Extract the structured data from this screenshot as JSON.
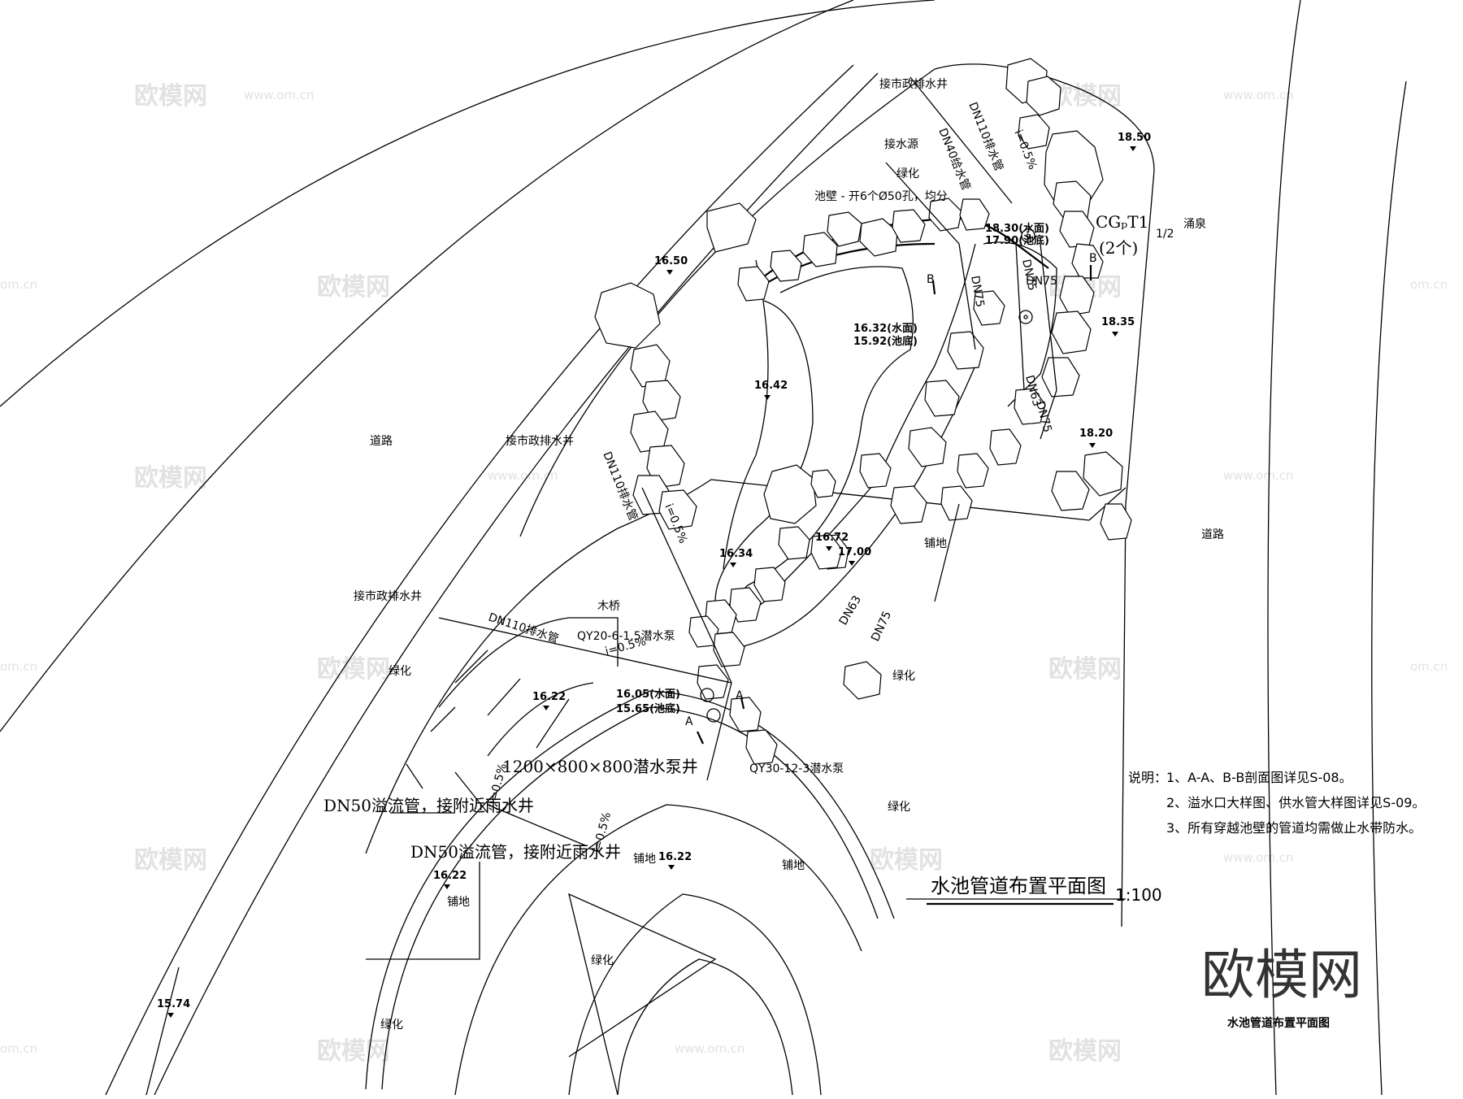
{
  "drawing": {
    "title": "水池管道布置平面图",
    "scale": "1:100",
    "subtitle": "水池管道布置平面图",
    "brand": "欧模网"
  },
  "watermark": {
    "logo": "欧模网",
    "url": "www.om.cn",
    "url_short": "om.cn"
  },
  "labels": {
    "road": "道路",
    "green": "绿化",
    "paving": "铺地",
    "bridge": "木桥",
    "municipal_drain_well": "接市政排水井",
    "water_source": "接水源",
    "pool_wall_note": "池壁 - 开6个Ø50孔，均分",
    "dn110_drain": "DN110排水管",
    "dn40_supply": "DN40给水管",
    "fountain_code": "CGₚT1",
    "fountain_frac": "1/2",
    "fountain_name": "涌泉",
    "fountain_count": "(2个)",
    "pump_1": "QY20-6-1.5潜水泵",
    "pump_2": "QY30-12-3潜水泵",
    "pump_pit": "1200×800×800潜水泵井",
    "overflow_1": "DN50溢流管，接附近雨水井",
    "overflow_2": "DN50溢流管，接附近雨水井",
    "slope_05": "i=0.5%",
    "dn75": "DN75",
    "dn63": "DN63",
    "section_a": "A",
    "section_b": "B"
  },
  "elevations": {
    "e1850": "18.50",
    "e1650": "16.50",
    "e1835": "18.35",
    "e1820": "18.20",
    "e1642": "16.42",
    "e1634": "16.34",
    "e1672": "16.72",
    "e1700": "17.00",
    "e1622a": "16.22",
    "e1622b": "16.22",
    "e1622c": "16.22",
    "e1574": "15.74",
    "upper_water": "16.32(水面)",
    "upper_bottom": "15.92(池底)",
    "lower_water": "16.05(水面)",
    "lower_bottom": "15.65(池底)",
    "top_water": "18.30(水面)",
    "top_bottom": "17.90(池底)"
  },
  "notes": {
    "heading": "说明：",
    "items": [
      "1、A-A、B-B剖面图详见S-08。",
      "2、溢水口大样图、供水管大样图详见S-09。",
      "3、所有穿越池壁的管道均需做止水带防水。"
    ]
  }
}
